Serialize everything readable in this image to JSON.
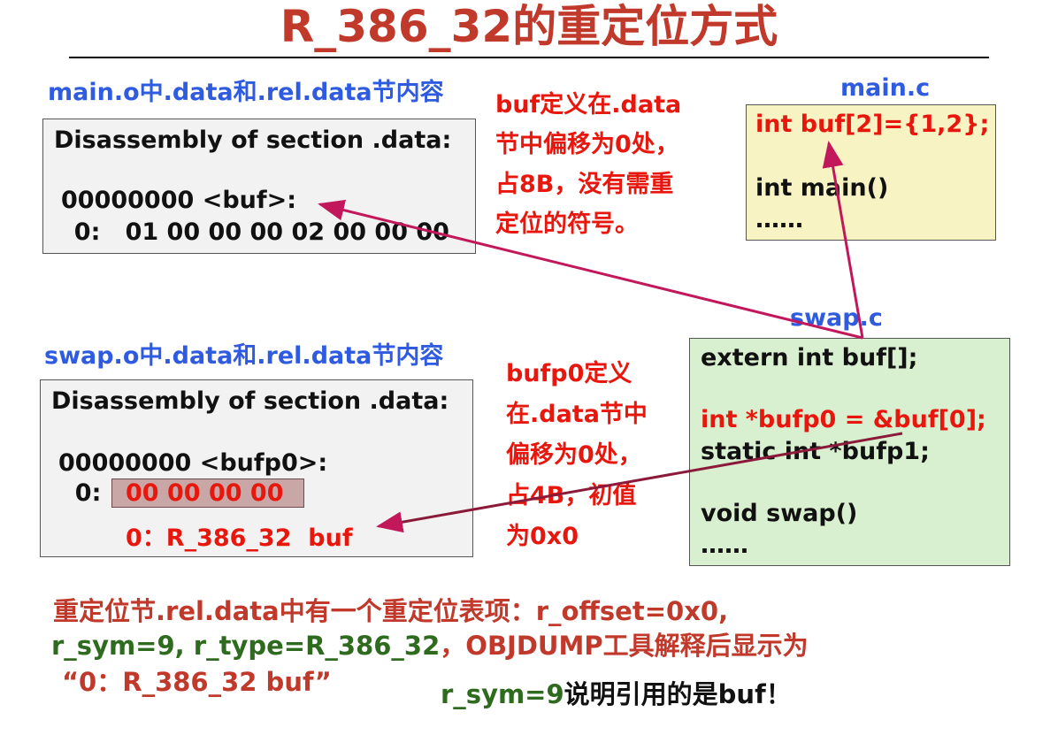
{
  "title": "R_386_32的重定位方式",
  "main_o": {
    "heading": "main.o中.data和.rel.data节内容",
    "lines": [
      "Disassembly of section .data:",
      "00000000 <buf>:",
      "  0:   01 00 00 00 02 00 00 00"
    ]
  },
  "buf_note": [
    "buf定义在.data",
    "节中偏移为0处，",
    "占8B，没有需重",
    "定位的符号。"
  ],
  "main_c": {
    "heading": "main.c",
    "lines": [
      "int buf[2]={1,2};",
      "int main()",
      "……"
    ]
  },
  "swap_c": {
    "heading": "swap.c",
    "lines": [
      "extern int buf[];",
      "int *bufp0 = &buf[0];",
      "static int *bufp1;",
      "void swap()",
      "……"
    ]
  },
  "swap_o": {
    "heading": "swap.o中.data和.rel.data节内容",
    "lines": [
      "Disassembly of section .data:",
      "00000000 <bufp0>:",
      "  0:",
      "00 00 00 00",
      "0：R_386_32  buf"
    ]
  },
  "bufp0_note": [
    "bufp0定义",
    "在.data节中",
    "偏移为0处，",
    "占4B，初值",
    "为0x0"
  ],
  "bottom": {
    "line1": "重定位节.rel.data中有一个重定位表项：r_offset=0x0,",
    "line2_a": "r_sym=9, r_type=R_386_32",
    "line2_b": "，OBJDUMP工具解释后显示为",
    "line3": "“0：R_386_32 buf”",
    "note_a": "r_sym=9",
    "note_b": "说明引用的是buf！"
  },
  "colors": {
    "title": "#c0392b",
    "heading": "#2e5be0",
    "note": "#e8170e",
    "arrow": "#c2185b",
    "green": "#2e6b1e"
  }
}
